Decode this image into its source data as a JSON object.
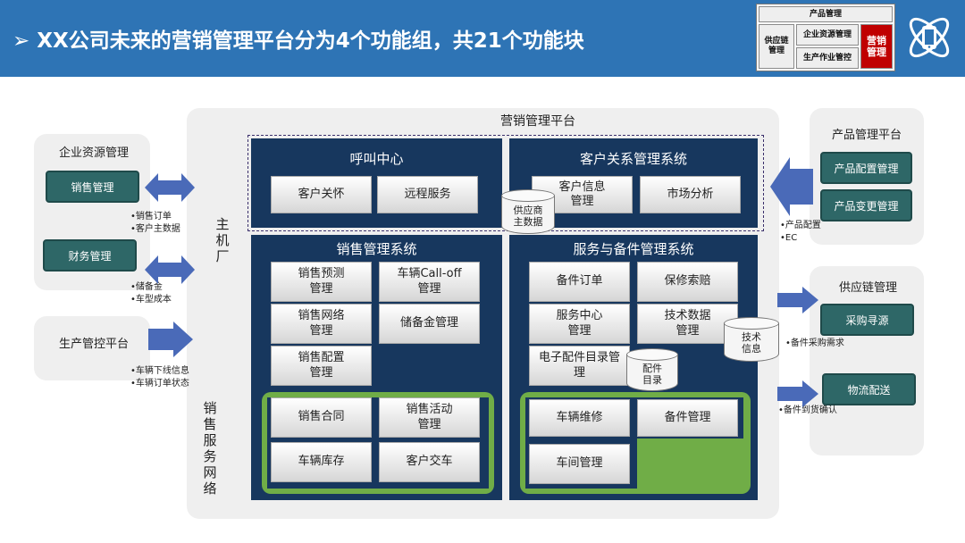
{
  "header": {
    "title": "XX公司未来的营销管理平台分为4个功能组，共21个功能块",
    "mini_map": {
      "product": "产品管理",
      "supply": "供应链管理",
      "erp": "企业资源管理",
      "mfg": "生产作业管控",
      "marketing": "营销管理"
    }
  },
  "platform": {
    "title": "营销管理平台",
    "host_label": "主机厂",
    "network_label": "销售服务网络"
  },
  "call_center": {
    "title": "呼叫中心",
    "items": [
      "客户关怀",
      "远程服务"
    ]
  },
  "crm": {
    "title": "客户关系管理系统",
    "items": [
      "客户信息管理",
      "市场分析"
    ]
  },
  "supplier_db": "供应商主数据",
  "sales_system": {
    "title": "销售管理系统",
    "items": [
      "销售预测管理",
      "车辆Call-off管理",
      "销售网络管理",
      "储备金管理",
      "销售配置管理"
    ],
    "network_items": [
      "销售合同",
      "销售活动管理",
      "车辆库存",
      "客户交车"
    ]
  },
  "service_system": {
    "title": "服务与备件管理系统",
    "items": [
      "备件订单",
      "保修索赔",
      "服务中心管理",
      "技术数据管理",
      "电子配件目录管理"
    ],
    "network_items": [
      "车辆维修",
      "备件管理",
      "车间管理"
    ]
  },
  "tech_db": "技术信息",
  "parts_db": "配件目录",
  "left": {
    "erp": {
      "title": "企业资源管理",
      "items": [
        "销售管理",
        "财务管理"
      ]
    },
    "mfg": {
      "title": "生产管控平台"
    },
    "notes": {
      "erp_sales": [
        "•销售订单",
        "•客户主数据"
      ],
      "erp_finance": [
        "•储备金",
        "•车型成本"
      ],
      "mfg": [
        "•车辆下线信息",
        "•车辆订单状态"
      ]
    }
  },
  "right": {
    "product": {
      "title": "产品管理平台",
      "items": [
        "产品配置管理",
        "产品变更管理"
      ],
      "notes": [
        "•产品配置",
        "•EC"
      ]
    },
    "supply": {
      "title": "供应链管理",
      "items": [
        "采购寻源",
        "物流配送"
      ],
      "notes_purchase": [
        "•备件采购需求"
      ],
      "notes_logistics": [
        "•备件到货确认"
      ]
    }
  },
  "colors": {
    "header_bg": "#2e74b5",
    "navy": "#17375e",
    "green_frame": "#70ad47",
    "teal_box": "#2e6767",
    "arrow": "#4a6ab8",
    "mini_accent": "#c00000"
  }
}
